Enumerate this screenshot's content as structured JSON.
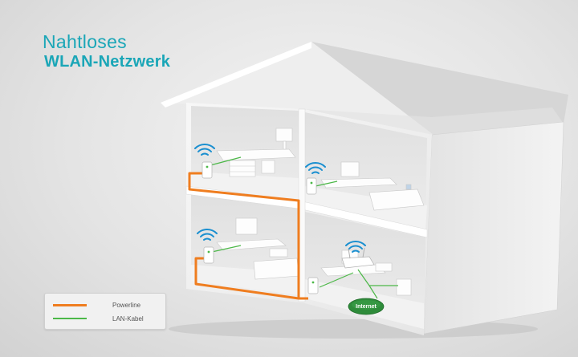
{
  "title": {
    "line1": "Nahtloses",
    "line2": "WLAN-Netzwerk"
  },
  "legend": {
    "powerline_label": "Powerline",
    "lan_label": "LAN-Kabel"
  },
  "internet_label": "Internet",
  "colors": {
    "accent_title": "#1aa6b7",
    "powerline": "#ef7d1f",
    "lan_cable": "#4cb848",
    "wifi": "#1a8fd0",
    "internet_globe": "#2e8b3a"
  }
}
